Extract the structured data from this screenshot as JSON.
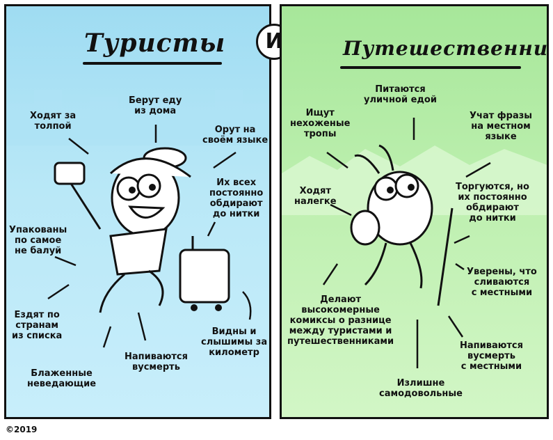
{
  "titles": {
    "left": "Туристы",
    "and": "И",
    "right": "Путешественники"
  },
  "left_labels": {
    "follow_crowd": "Ходят за\nтолпой",
    "take_food": "Берут еду\nиз дома",
    "shout_language": "Орут на\nсвоём языке",
    "robbed": "Их всех\nпостоянно\nобдирают\nдо нитки",
    "packed": "Упакованы\nпо самое\nне балуй",
    "travel_list": "Ездят по\nстранам\nиз списка",
    "blissful": "Блаженные\nневедающие",
    "drink": "Напиваются\nвусмерть",
    "seen_heard": "Видны и\nслышимы за\nкилометр"
  },
  "right_labels": {
    "eat_street": "Питаются\nуличной едой",
    "seek_paths": "Ищут\nнехоженые\nтропы",
    "learn_phrases": "Учат фразы\nна местном\nязыке",
    "travel_light": "Ходят\nналегке",
    "bargain": "Торгуются, но\nих постоянно\nобдирают\nдо нитки",
    "blend_in": "Уверены, что\nсливаются\nс местными",
    "comics": "Делают\nвысокомерные\nкомиксы о разнице\nмежду туристами и\nпутешественниками",
    "drink_locals": "Напиваются\nвусмерть\nс местными",
    "smug": "Излишне\nсамодовольные"
  },
  "copyright": "©2019",
  "colors": {
    "left_bg": "#b9e8f7",
    "right_bg": "#bff0b1",
    "outline": "#111111"
  }
}
